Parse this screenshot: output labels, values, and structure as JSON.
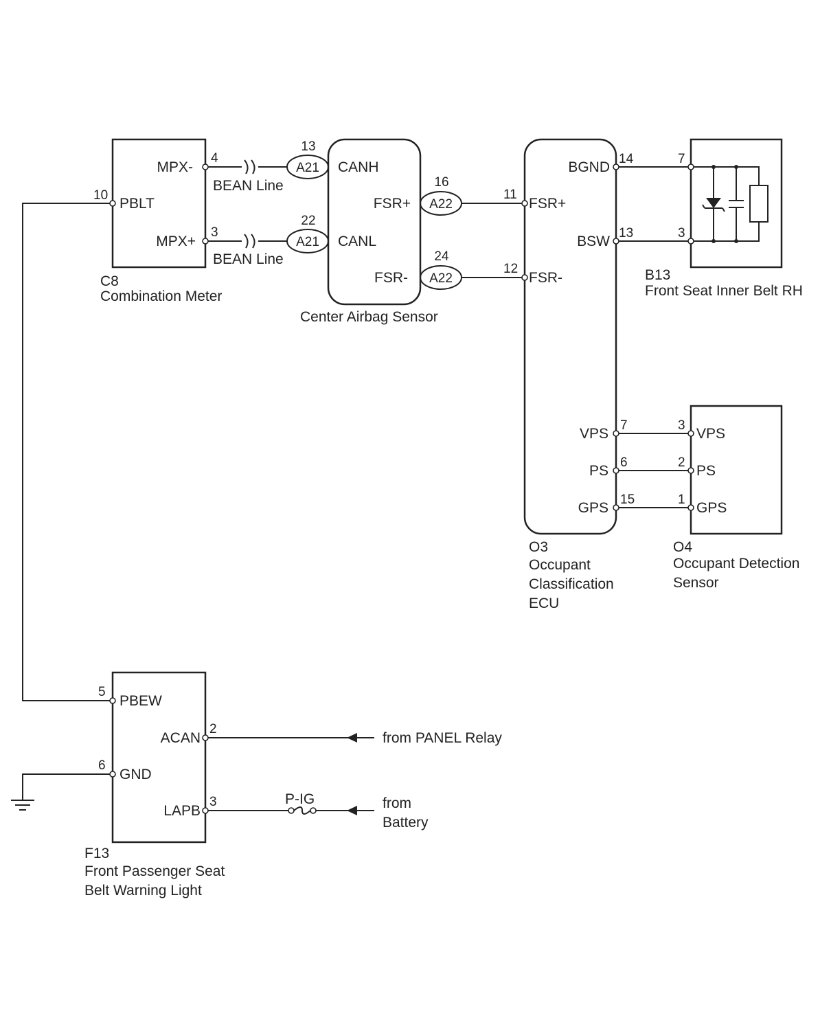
{
  "components": {
    "c8": {
      "code": "C8",
      "name": "Combination Meter",
      "pins": {
        "mpx_minus": "MPX-",
        "pblt": "PBLT",
        "mpx_plus": "MPX+"
      }
    },
    "center_airbag": {
      "name": "Center Airbag Sensor",
      "pins": {
        "canh": "CANH",
        "fsr_plus": "FSR+",
        "canl": "CANL",
        "fsr_minus": "FSR-"
      }
    },
    "o3": {
      "code": "O3",
      "name_line1": "Occupant",
      "name_line2": "Classification",
      "name_line3": "ECU",
      "pins": {
        "fsr_plus": "FSR+",
        "fsr_minus": "FSR-",
        "bgnd": "BGND",
        "bsw": "BSW",
        "vps": "VPS",
        "ps": "PS",
        "gps": "GPS"
      }
    },
    "b13": {
      "code": "B13",
      "name": "Front Seat Inner Belt RH"
    },
    "o4": {
      "code": "O4",
      "name_line1": "Occupant Detection",
      "name_line2": "Sensor",
      "pins": {
        "vps": "VPS",
        "ps": "PS",
        "gps": "GPS"
      }
    },
    "f13": {
      "code": "F13",
      "name_line1": "Front Passenger Seat",
      "name_line2": "Belt Warning Light",
      "pins": {
        "pbew": "PBEW",
        "acan": "ACAN",
        "gnd": "GND",
        "lapb": "LAPB"
      }
    }
  },
  "pin_numbers": {
    "c8_mpx_minus": "4",
    "c8_pblt": "10",
    "c8_mpx_plus": "3",
    "a21_top": "13",
    "a21_bottom": "22",
    "a22_top": "16",
    "a22_bottom": "24",
    "o3_fsr_plus": "11",
    "o3_fsr_minus": "12",
    "o3_bgnd": "14",
    "o3_bsw": "13",
    "o3_vps": "7",
    "o3_ps": "6",
    "o3_gps": "15",
    "b13_top": "7",
    "b13_bottom": "3",
    "o4_vps": "3",
    "o4_ps": "2",
    "o4_gps": "1",
    "f13_pbew": "5",
    "f13_acan": "2",
    "f13_gnd": "6",
    "f13_lapb": "3"
  },
  "connectors": {
    "a21": "A21",
    "a22": "A22"
  },
  "labels": {
    "bean_line_1": "BEAN Line",
    "bean_line_2": "BEAN Line",
    "fuse": "P-IG",
    "from_panel_relay": "from PANEL Relay",
    "from_line1": "from",
    "from_line2": "Battery"
  },
  "icons": [
    "ground-icon",
    "fuse-icon",
    "arrow-left-icon",
    "diode-icon",
    "capacitor-icon",
    "resistor-icon",
    "twisted-pair-icon"
  ]
}
